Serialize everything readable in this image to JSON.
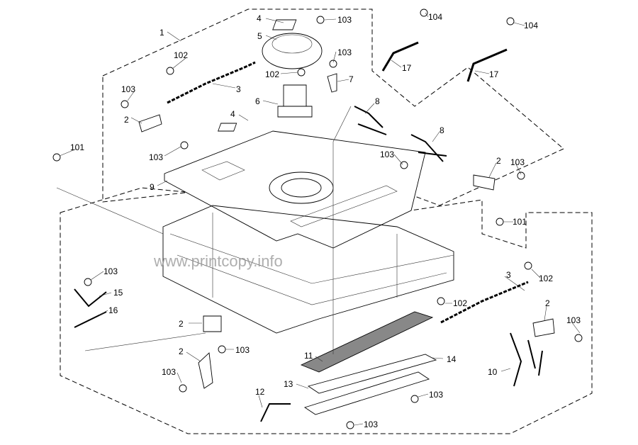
{
  "watermark": "www.printcopy.info",
  "labels": [
    "1",
    "4",
    "103",
    "5",
    "103",
    "102",
    "102",
    "3",
    "7",
    "103",
    "6",
    "4",
    "2",
    "103",
    "101",
    "9",
    "104",
    "104",
    "17",
    "17",
    "8",
    "8",
    "103",
    "2",
    "103",
    "101",
    "3",
    "102",
    "103",
    "15",
    "16",
    "102",
    "2",
    "103",
    "2",
    "103",
    "2",
    "11",
    "14",
    "10",
    "103",
    "13",
    "12",
    "103",
    "103"
  ]
}
